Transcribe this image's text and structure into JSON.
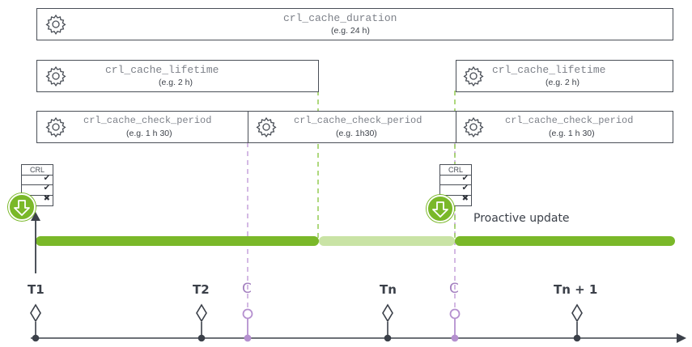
{
  "boxes": {
    "duration": {
      "param": "crl_cache_duration",
      "example": "(e.g. 24 h)"
    },
    "lifetime_1": {
      "param": "crl_cache_lifetime",
      "example": "(e.g. 2 h)"
    },
    "lifetime_2": {
      "param": "crl_cache_lifetime",
      "example": "(e.g. 2 h)"
    },
    "check_1": {
      "param": "crl_cache_check_period",
      "example": "(e.g. 1 h 30)"
    },
    "check_2": {
      "param": "crl_cache_check_period",
      "example": "(e.g. 1h30)"
    },
    "check_3": {
      "param": "crl_cache_check_period",
      "example": "(e.g. 1 h 30)"
    }
  },
  "crl_doc": {
    "header": "CRL",
    "marks": [
      "✔",
      "✔",
      "✖"
    ]
  },
  "proactive_label": "Proactive update",
  "timeline": {
    "t1": "T1",
    "t2": "T2",
    "c1": "C",
    "tn": "Tn",
    "c2": "C",
    "tn1": "Tn + 1"
  },
  "colors": {
    "green": "#7ab829",
    "light_green": "#c9e3a5",
    "purple": "#b590cf",
    "dark": "#4a4f57"
  },
  "icons": [
    "gear-icon",
    "download-arrow-icon",
    "document-icon",
    "diamond-marker-icon",
    "circle-marker-icon"
  ]
}
